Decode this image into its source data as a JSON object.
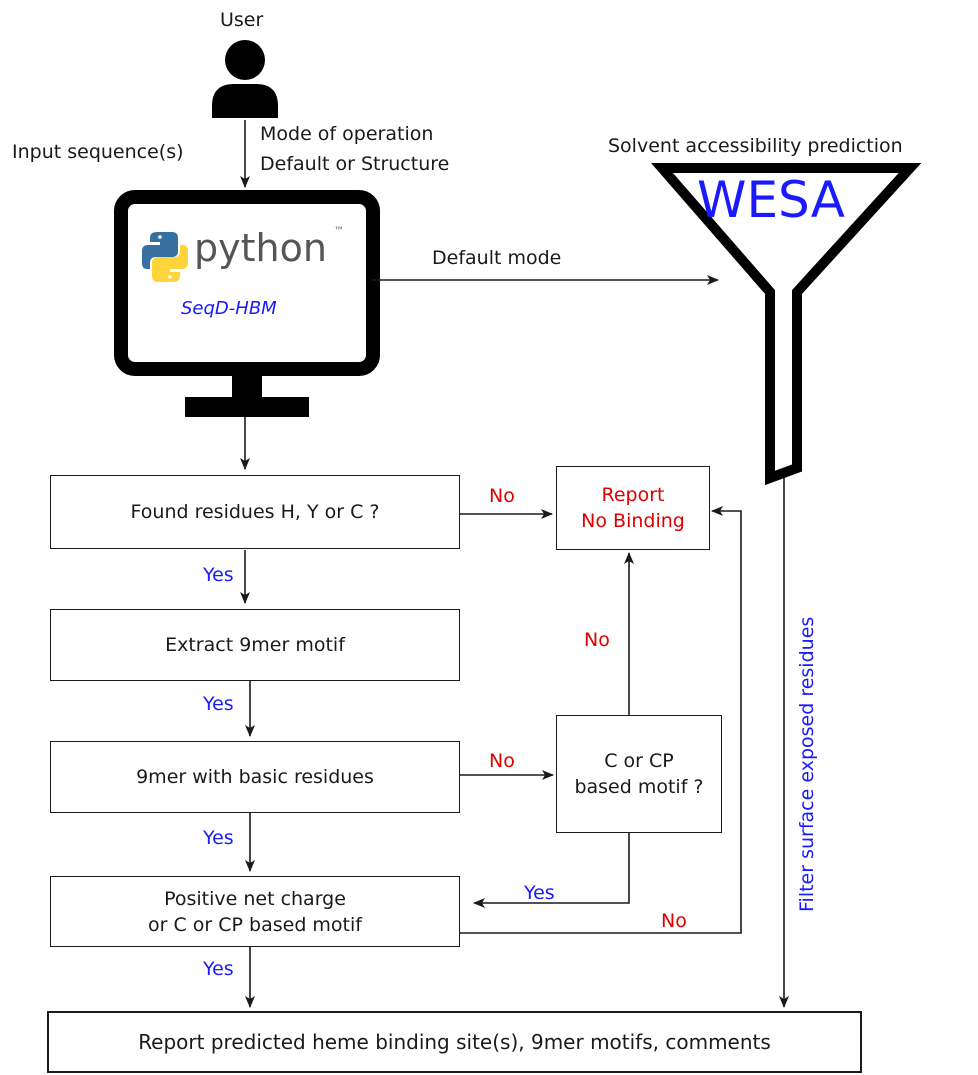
{
  "user_label": "User",
  "input_label": "Input sequence(s)",
  "mode": {
    "line1": "Mode of operation",
    "line2": "Default or Structure"
  },
  "solvent_label": "Solvent accessibility prediction",
  "wesa_label": "WESA",
  "python_label": "python",
  "python_tm": "™",
  "seqd_label": "SeqD-HBM",
  "default_mode_label": "Default mode",
  "filter_label": "Filter surface exposed residues",
  "boxes": {
    "found": "Found residues H, Y or C ?",
    "report_no": {
      "line1": "Report",
      "line2": "No Binding"
    },
    "extract": "Extract 9mer motif",
    "ninemer": "9mer with basic residues",
    "cmotif": {
      "line1": "C or CP",
      "line2": "based motif ?"
    },
    "positive": {
      "line1": "Positive net charge",
      "line2": "or C or CP based motif"
    },
    "final": "Report predicted heme binding site(s), 9mer motifs, comments"
  },
  "edges": {
    "yes": "Yes",
    "no": "No"
  },
  "colors": {
    "blue": "#1a1aff",
    "red": "#e00000",
    "python_blue": "#3771a1",
    "python_yellow": "#ffd43b"
  },
  "icons": [
    "user-icon",
    "monitor-icon",
    "python-logo-icon",
    "funnel-icon"
  ]
}
